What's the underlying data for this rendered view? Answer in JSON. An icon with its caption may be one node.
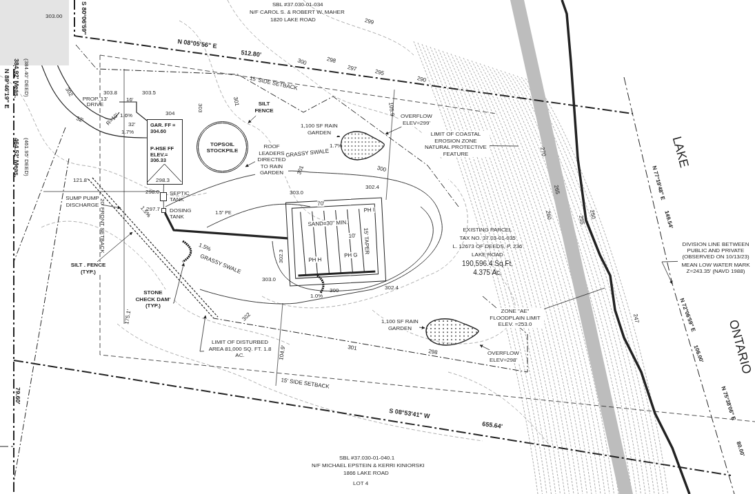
{
  "diagram": {
    "nodes": [
      {
        "text": [
          "SILT FENCE"
        ]
      },
      {
        "text": [
          "TOPSOIL STOCKPILE"
        ]
      },
      {
        "text": [
          "GAR. FF = 304.60",
          "P-HSE FF ELEV.= 306.33"
        ]
      },
      {
        "text": [],
        "shape": "box",
        "beside": [
          "SEPTIC TANK"
        ]
      },
      {
        "text": [],
        "shape": "box",
        "beside": [
          "DOSING TANK"
        ]
      },
      {
        "text": [
          "1,100 SF RAIN GARDEN"
        ]
      },
      {
        "text": [],
        "shape": "teardrop"
      },
      {
        "text": [
          "OVERFLOW ELEV=299'"
        ]
      },
      {
        "text": [
          "ROOF LEADERS DIRECTED TO RAIN GARDEN"
        ]
      },
      {
        "text": [
          "70'",
          "SAND=30\" MIN.",
          "10'",
          "15' TAPER",
          "PH I",
          "PH H",
          "PH G"
        ]
      },
      {
        "text": [
          "SUMP PUMP DISCHARGE"
        ]
      },
      {
        "text": [
          "SILT . FENCE (TYP.)"
        ]
      },
      {
        "text": [
          "STONE CHECK DAM' (TYP.)"
        ]
      },
      {
        "text": [
          "LIMIT OF DISTURBED AREA 81,000 SQ. FT. 1.8 AC."
        ]
      },
      {
        "text": [
          "LIMIT OF COASTAL EROSION ZONE NATURAL PROTECTIVE FEATURE"
        ]
      },
      {
        "text": [
          "ZONE \"AE\" FLOODPLAIN LIMIT ELEV. =253.0"
        ]
      },
      {
        "text": [
          "DIVISION LINE BETWEEN PUBLIC AND PRIVATE (OBSERVED ON 10/13/23)",
          "MEAN LOW WATER MARK Z=243.35' (NAVD 1988)"
        ]
      },
      {
        "text": [
          "1,100 SF RAIN GARDEN"
        ]
      },
      {
        "text": [],
        "shape": "teardrop"
      },
      {
        "text": [
          "OVERFLOW ELEV=298'"
        ]
      },
      {
        "text": [],
        "shape": "arc"
      }
    ],
    "edges": [
      {
        "from": 0,
        "to": 1,
        "arrow": "to"
      },
      {
        "from": 2,
        "to": 3,
        "arrow": "none"
      },
      {
        "from": 3,
        "to": 4,
        "arrow": "none"
      },
      {
        "from": 4,
        "to": 9,
        "arrow": "none",
        "label": "1.5\" PE",
        "style": "thick"
      },
      {
        "from": 5,
        "to": 6,
        "arrow": "to"
      },
      {
        "from": 7,
        "to": 6,
        "arrow": "to"
      },
      {
        "from": 8,
        "to": null,
        "arrow": "to"
      },
      {
        "from": 10,
        "to": null,
        "arrow": "to"
      },
      {
        "from": 11,
        "to": null,
        "arrow": "to"
      },
      {
        "from": 12,
        "to": 20,
        "arrow": "to"
      },
      {
        "from": 13,
        "to": null,
        "arrow": "to"
      },
      {
        "from": 14,
        "to": null,
        "arrow": "none"
      },
      {
        "from": 15,
        "to": null,
        "arrow": "none"
      },
      {
        "from": 16,
        "to": null,
        "arrow": "to"
      },
      {
        "from": 17,
        "to": 18,
        "arrow": "to"
      },
      {
        "from": 19,
        "to": 18,
        "arrow": "to"
      }
    ],
    "labels": [
      "SBL #37.030-01-034",
      "N/F CAROL S. & ROBERT W. MAHER",
      "1820 LAKE ROAD",
      "303.00",
      "S 80°06'59\"",
      "N 08°05'56\" E",
      "512.80'",
      "15' SIDE SETBACK",
      "(384.40' DEED)",
      "384.92' Meas.",
      "N 89°46'19\" E",
      "464.52' Meas.",
      "(461.95' DEED)",
      "PROP. 13' DRIVE",
      "303.8",
      "303.5",
      "16'",
      "R=10'",
      "1.6%",
      "32'",
      "32'",
      "1.7%",
      "304",
      "298.3",
      "298.0",
      "297.7",
      "121.8'",
      "20' FRONT SETBACK",
      "175.1'",
      "1.5%",
      "GRASSY SWALE",
      "1.5%",
      "GRASSY SWALE",
      "1.7%",
      "303.0",
      "302.3",
      "303.0",
      "302.4",
      "302.4",
      "1.0%",
      "300",
      "104.9'",
      "105.9'",
      "15' SIDE SETBACK",
      "EXISTING PARCEL",
      "TAX NO. 37.03-01-035",
      "L. 12673 OF DEEDS, P. 236",
      "LAKE ROAD",
      "190,596.4 Sq.Ft.",
      "4.375 Ac.",
      "LAKE",
      "ONTARIO",
      "N 77°19'48\" E",
      "149.54'",
      "N 72°06'59\" E",
      "106.00'",
      "N 75°38'06\" E",
      "80.00'",
      "S 08°53'41\" W",
      "655.64'",
      "79.60'",
      "SBL #37.030-01-040.1",
      "N/F MICHAEL EPSTEIN & KERRI KINIORSKI",
      "1866 LAKE ROAD",
      "LOT 4",
      "302",
      "303",
      "301",
      "300",
      "298",
      "297",
      "295",
      "290",
      "299",
      "301",
      "300",
      "302",
      "301",
      "298",
      "270",
      "265",
      "260",
      "255",
      "250",
      "247"
    ]
  }
}
